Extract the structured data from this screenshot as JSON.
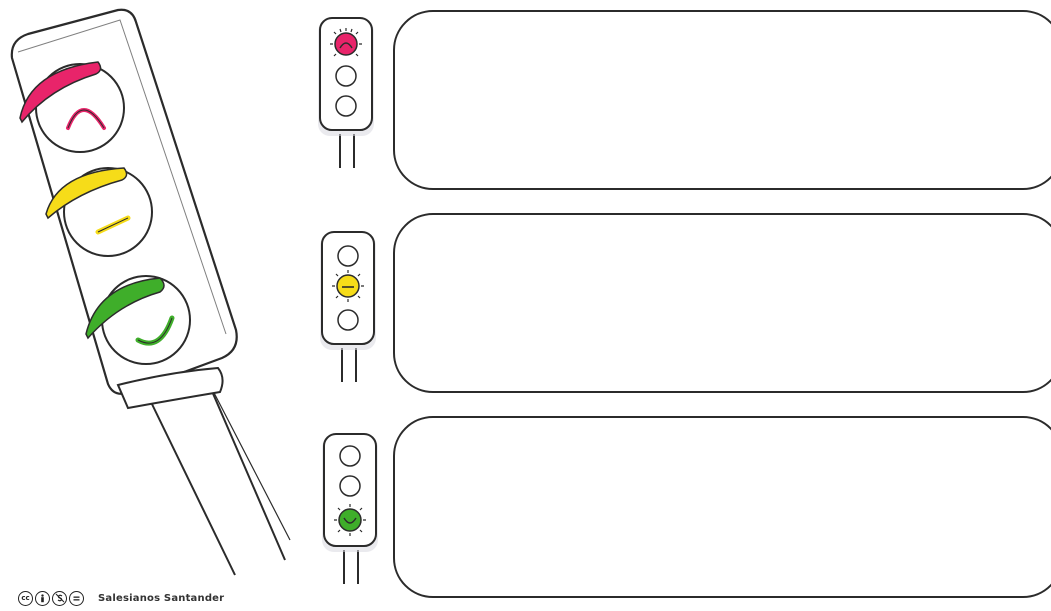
{
  "credit": {
    "text": "Salesianos Santander"
  },
  "license_badge": {
    "icons": [
      "cc-icon",
      "by-icon",
      "nc-icon",
      "nd-icon"
    ]
  },
  "colors": {
    "red": "#e8246a",
    "yellow": "#f6dc19",
    "green": "#3fae2a",
    "outline": "#2b2b2b"
  },
  "rows": [
    {
      "light": "red",
      "face": "sad"
    },
    {
      "light": "yellow",
      "face": "neutral"
    },
    {
      "light": "green",
      "face": "happy"
    }
  ]
}
